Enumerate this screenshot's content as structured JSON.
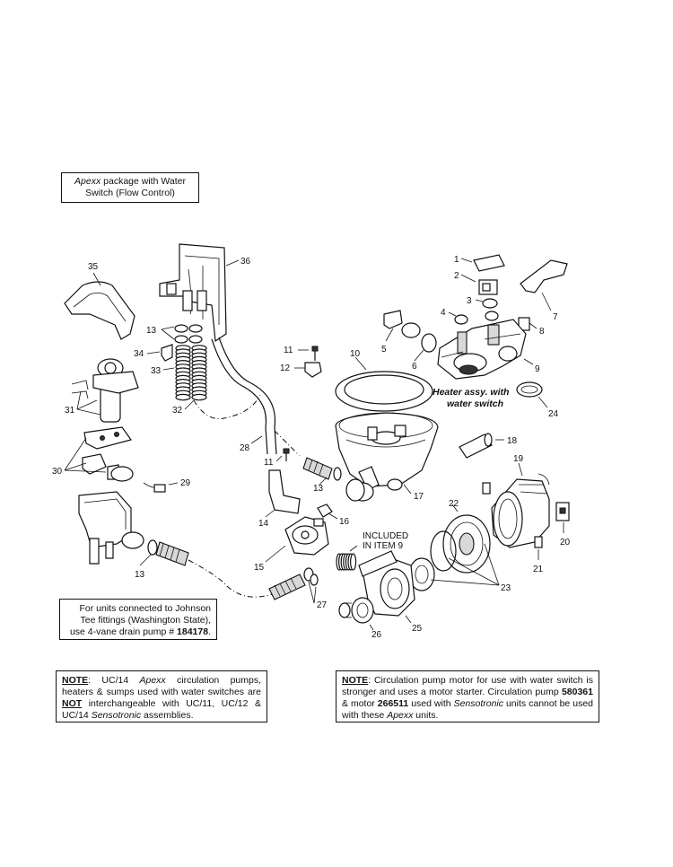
{
  "title_box": {
    "line1_italic": "Apexx",
    "line1_rest": " package with Water",
    "line2": "Switch (Flow Control)"
  },
  "johnson_box": {
    "line1": "For units connected to Johnson",
    "line2": "Tee fittings (Washington State),",
    "line3_pre": "use 4-vane drain pump # ",
    "line3_part": "184178",
    "line3_post": "."
  },
  "note_left": {
    "label": "NOTE",
    "t1": ":  UC/14 ",
    "apexx": "Apexx",
    "t2": " circulation pumps, heaters & sumps used with water switches are ",
    "not": "NOT",
    "t3": " interchangeable with UC/11, UC/12 & UC/14 ",
    "sensotronic": "Sensotronic",
    "t4": " assemblies."
  },
  "note_right": {
    "label": "NOTE",
    "t1": ":  Circulation pump motor for use with water switch is stronger and uses a motor starter.  Circulation pump ",
    "p1": "580361",
    "t2": " & motor ",
    "p2": "266511",
    "t3": " used with ",
    "sensotronic": "Sensotronic",
    "t4": " units cannot be used with these ",
    "apexx": "Apexx",
    "t5": " units."
  },
  "heater_label": {
    "line1": "Heater assy. with",
    "line2": "water switch"
  },
  "included_label": {
    "line1": "INCLUDED",
    "line2": "IN ITEM 9"
  },
  "part_numbers": [
    "1",
    "2",
    "3",
    "4",
    "5",
    "6",
    "7",
    "8",
    "9",
    "10",
    "11",
    "12",
    "13",
    "14",
    "15",
    "16",
    "17",
    "18",
    "19",
    "20",
    "21",
    "22",
    "23",
    "24",
    "25",
    "26",
    "27",
    "28",
    "29",
    "30",
    "31",
    "32",
    "33",
    "34",
    "35",
    "36"
  ]
}
